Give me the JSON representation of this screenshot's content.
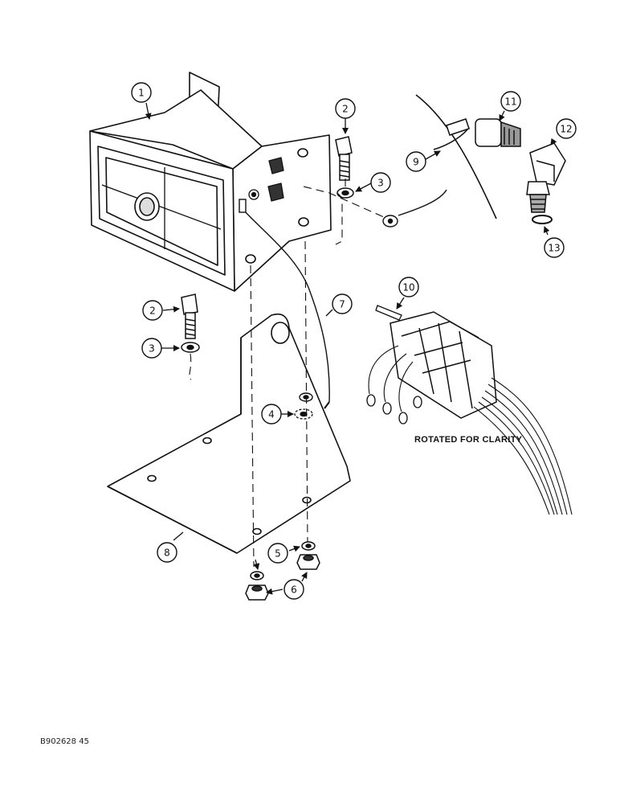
{
  "callouts": [
    "1",
    "2",
    "3",
    "2",
    "3",
    "4",
    "5",
    "6",
    "7",
    "8",
    "9",
    "10",
    "11",
    "12",
    "13"
  ],
  "note": "ROTATED FOR CLARITY",
  "figure_id": "B902628 45"
}
